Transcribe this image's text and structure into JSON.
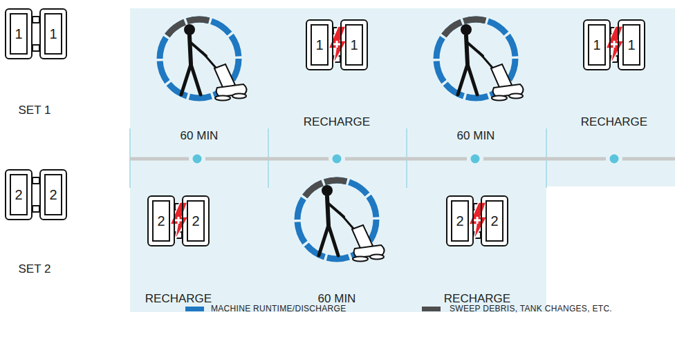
{
  "diagram": {
    "nodes": [
      {
        "text": [
          "1"
        ]
      },
      {
        "text": [
          "1"
        ]
      },
      {
        "text": [
          "1"
        ]
      },
      {
        "text": [
          "1"
        ]
      },
      {
        "text": [
          "1"
        ]
      },
      {
        "text": [
          "1"
        ]
      },
      {
        "text": [
          "2"
        ]
      },
      {
        "text": [
          "2"
        ]
      },
      {
        "text": [
          "2"
        ]
      },
      {
        "text": [
          "2"
        ]
      },
      {
        "text": [
          "2"
        ]
      },
      {
        "text": [
          "2"
        ]
      }
    ],
    "labels": [
      "SET 1",
      "60 MIN",
      "RECHARGE",
      "60 MIN",
      "RECHARGE",
      "SET 2",
      "RECHARGE",
      "60 MIN",
      "RECHARGE"
    ],
    "legend": [
      {
        "text": "MACHINE RUNTIME/DISCHARGE",
        "color": "#1f78c1"
      },
      {
        "text": "SWEEP DEBRIS, TANK CHANGES, ETC.",
        "color": "#4d4d4d"
      }
    ]
  }
}
